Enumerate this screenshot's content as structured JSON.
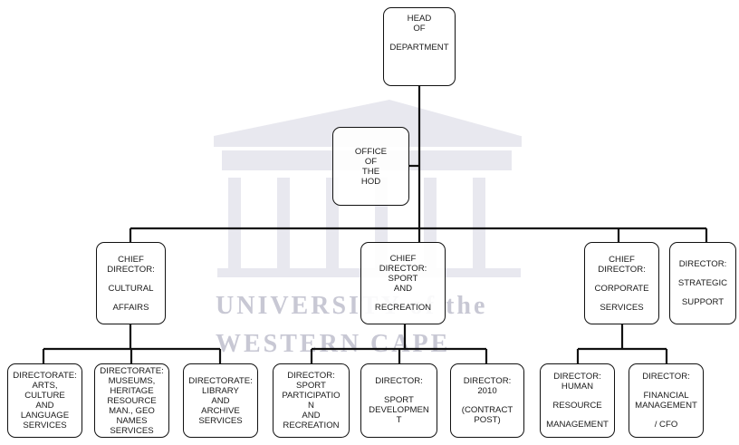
{
  "watermark": {
    "line1": "UNIVERSITY of the",
    "line2": "WESTERN CAPE"
  },
  "colors": {
    "line": "#111111",
    "watermark": "#c8c8d4"
  },
  "nodes": {
    "hod": [
      "HEAD",
      "OF",
      "DEPARTMENT"
    ],
    "office": [
      "OFFICE",
      "OF",
      "THE",
      "HOD"
    ],
    "cd_cultural": [
      "CHIEF",
      "DIRECTOR:",
      "CULTURAL",
      "AFFAIRS"
    ],
    "cd_sport": [
      "CHIEF",
      "DIRECTOR:",
      "SPORT",
      "AND",
      "RECREATION"
    ],
    "cd_corporate": [
      "CHIEF",
      "DIRECTOR:",
      "CORPORATE",
      "SERVICES"
    ],
    "dir_strategic": [
      "DIRECTOR:",
      "STRATEGIC",
      "SUPPORT"
    ],
    "dte_arts": [
      "DIRECTORATE:",
      "ARTS,",
      "CULTURE",
      "AND",
      "LANGUAGE",
      "SERVICES"
    ],
    "dte_museums": [
      "DIRECTORATE:",
      "MUSEUMS,",
      "HERITAGE",
      "RESOURCE",
      "MAN., GEO",
      "NAMES",
      "SERVICES"
    ],
    "dte_library": [
      "DIRECTORATE:",
      "LIBRARY",
      "AND",
      "ARCHIVE",
      "SERVICES"
    ],
    "dir_sport_part": [
      "DIRECTOR:",
      "SPORT",
      "PARTICIPATIO",
      "N",
      "AND",
      "RECREATION"
    ],
    "dir_sport_dev": [
      "DIRECTOR:",
      "SPORT",
      "DEVELOPMEN",
      "T"
    ],
    "dir_2010": [
      "DIRECTOR:",
      "2010",
      "(CONTRACT",
      "POST)"
    ],
    "dir_hr": [
      "DIRECTOR:",
      "HUMAN",
      "RESOURCE",
      "MANAGEMENT"
    ],
    "dir_fin": [
      "DIRECTOR:",
      "FINANCIAL",
      "MANAGEMENT",
      "/ CFO"
    ]
  }
}
